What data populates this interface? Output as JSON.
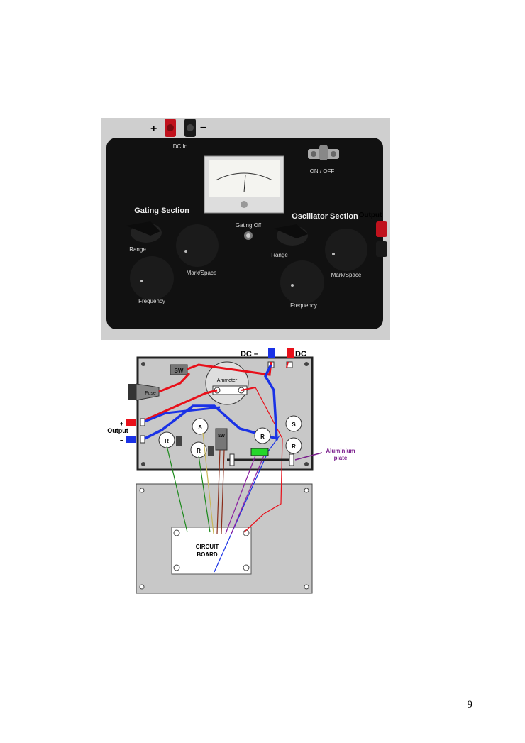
{
  "photo": {
    "plus_sign": "+",
    "minus_sign": "–",
    "dc_in_label": "DC In",
    "on_off_label": "ON / OFF",
    "gating_section_label": "Gating Section",
    "oscillator_section_label": "Oscillator Section",
    "gating_off_label": "Gating Off",
    "output_label": "Output",
    "output_plus": "+",
    "output_minus": "–",
    "range_label": "Range",
    "mark_space_label": "Mark/Space",
    "frequency_label": "Frequency",
    "range_label_2": "Range",
    "mark_space_label_2": "Mark/Space",
    "frequency_label_2": "Frequency",
    "colors": {
      "case": "#111111",
      "background": "#cfcfcf",
      "red_terminal": "#c0121d",
      "black_terminal": "#1a1a1a"
    }
  },
  "diagram": {
    "dc_minus_label": "DC –",
    "dc_plus_label": "DC",
    "sw_label": "SW",
    "fuse_label": "Fuse",
    "ammeter_label": "Ammeter",
    "output_label": "Output",
    "plus_sign": "+",
    "minus_sign": "–",
    "pot_s": "S",
    "pot_r": "R",
    "pot_s_2": "S",
    "pot_r_2": "R",
    "pot_r_3": "R",
    "pot_r_4": "R",
    "sw_small_label": "SW",
    "aluminium_label_line1": "Aluminium",
    "aluminium_label_line2": "plate",
    "circuit_board_line1": "CIRCUIT",
    "circuit_board_line2": "BOARD",
    "colors": {
      "panel": "#c8c8c8",
      "wire_red": "#e8101a",
      "wire_blue": "#1a32e6",
      "wire_green": "#1b8a1b",
      "wire_purple": "#8a1fa0",
      "wire_yellow": "#c9b75a",
      "wire_brown": "#8a2d1a",
      "label_purple": "#7a1e8c"
    }
  },
  "page_number": "9"
}
